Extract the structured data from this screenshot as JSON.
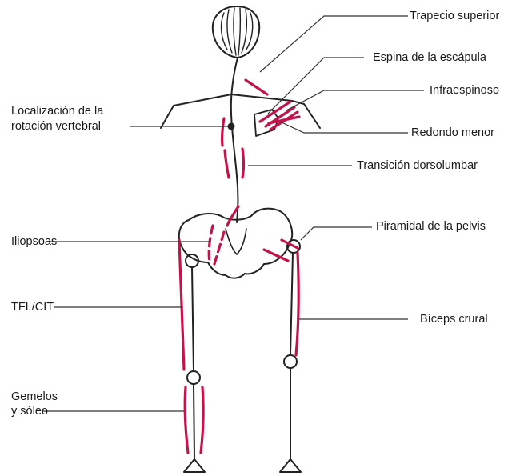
{
  "labels": {
    "trapecio_superior": "Trapecio superior",
    "espina_escapula": "Espina de la escápula",
    "infraespinoso": "Infraespinoso",
    "localizacion_line1": "Localización de la",
    "localizacion_line2": "rotación vertebral",
    "redondo_menor": "Redondo menor",
    "transicion_dorsolumbar": "Transición dorsolumbar",
    "iliopsoas": "Iliopsoas",
    "piramidal_pelvis": "Piramidal de la pelvis",
    "tfl_cit": "TFL/CIT",
    "biceps_crural": "Bíceps crural",
    "gemelos_line1": "Gemelos",
    "gemelos_line2": "y sóleo"
  },
  "colors": {
    "muscle": "#c4124a",
    "skeleton": "#222222",
    "leader": "#333333"
  }
}
